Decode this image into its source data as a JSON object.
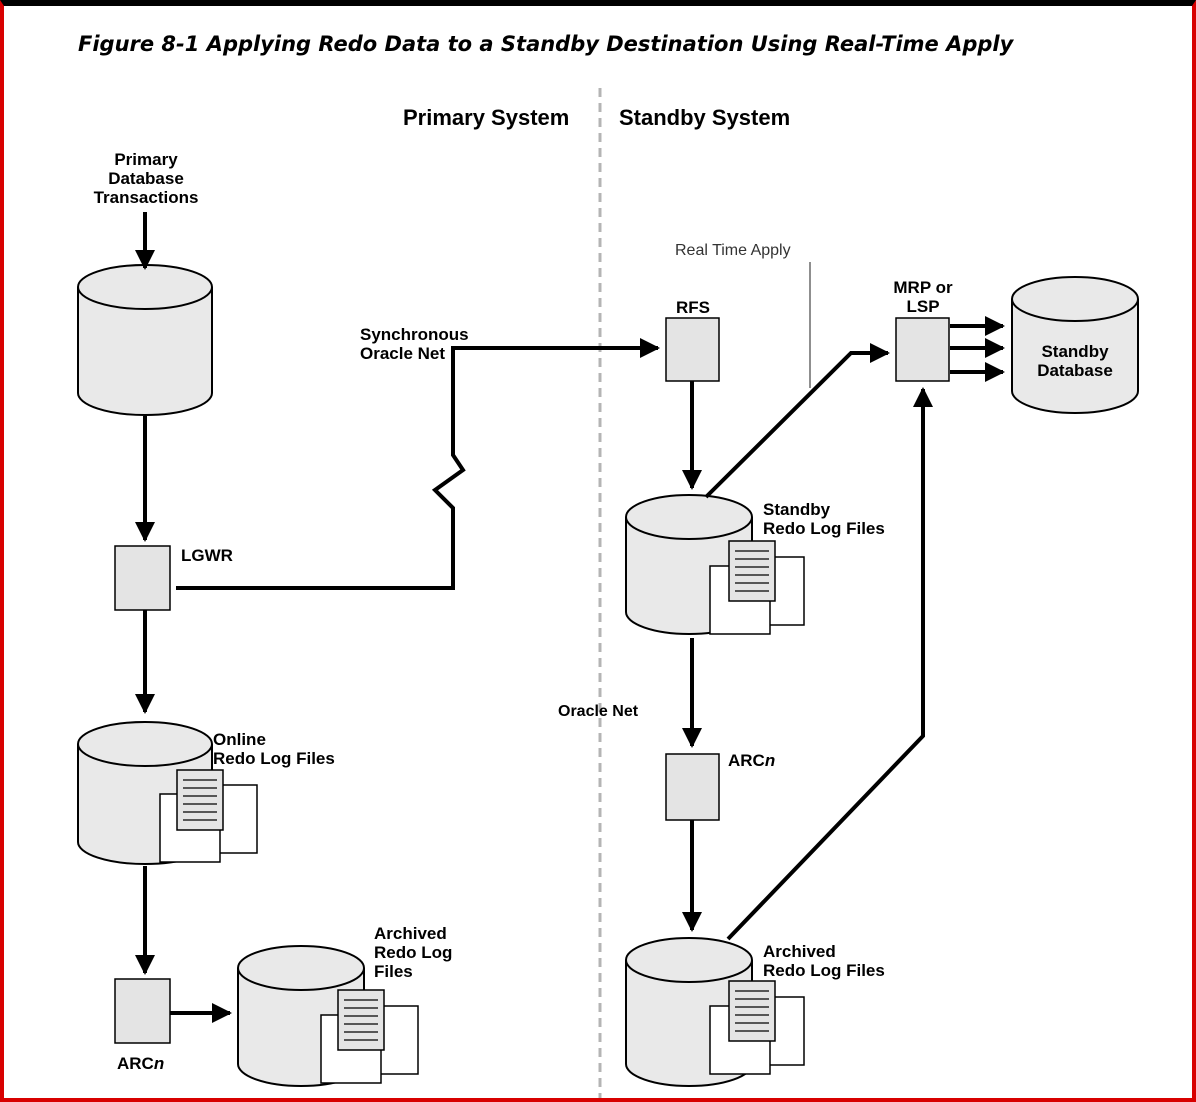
{
  "title": "Figure 8-1 Applying Redo Data to a Standby Destination Using Real-Time Apply",
  "sections": {
    "primary": "Primary System",
    "standby": "Standby System"
  },
  "labels": {
    "primary_tx_1": "Primary",
    "primary_tx_2": "Database",
    "primary_tx_3": "Transactions",
    "lgwr": "LGWR",
    "online_1": "Online",
    "online_2": "Redo Log Files",
    "archived_p_1": "Archived",
    "archived_p_2": "Redo Log",
    "archived_p_3": "Files",
    "arc_p": "ARC",
    "arc_p_suffix": "n",
    "sync_1": "Synchronous",
    "sync_2": "Oracle Net",
    "rfs": "RFS",
    "real_time_apply": "Real Time Apply",
    "mrp_1": "MRP or",
    "mrp_2": "LSP",
    "standby_db_1": "Standby",
    "standby_db_2": "Database",
    "standby_redo_1": "Standby",
    "standby_redo_2": "Redo Log Files",
    "oracle_net": "Oracle Net",
    "arc_s": "ARC",
    "arc_s_suffix": "n",
    "archived_s_1": "Archived",
    "archived_s_2": "Redo Log Files"
  },
  "colors": {
    "box_fill": "#e4e4e4",
    "db_fill": "#e9e9e9",
    "border": "#d80000",
    "divider": "#b4b4b4"
  }
}
